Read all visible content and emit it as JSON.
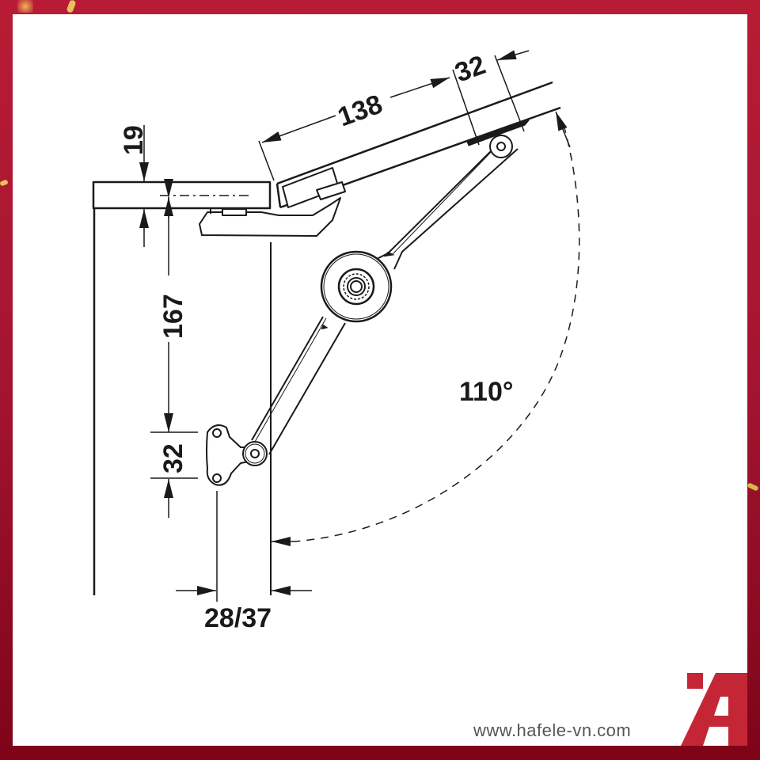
{
  "diagram": {
    "subject": "lid stay / flap fitting technical drawing",
    "dimensions": {
      "lid_thickness": "19",
      "height_to_mounting_plate": "167",
      "mounting_hole_spacing": "32",
      "side_setback": "28/37",
      "lid_arm_length": "138",
      "lid_arm_offset": "32"
    },
    "opening_angle": "110°"
  },
  "footer": {
    "website": "www.hafele-vn.com"
  },
  "brand": {
    "frame_color_top": "#b81c35",
    "frame_color_bottom": "#7e0418",
    "logo_color": "#c42636",
    "line_color": "#1a1a1a"
  }
}
